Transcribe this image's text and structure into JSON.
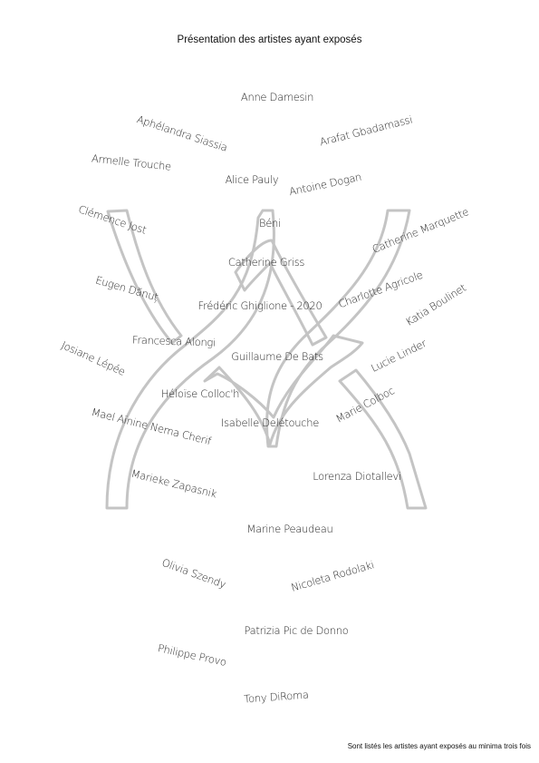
{
  "page": {
    "title": "Présentation des artistes ayant exposés",
    "footnote": "Sont listés les artistes ayant exposés au minima trois fois"
  },
  "artists": [
    "Anne Damesin",
    "Aphélandra Siassia",
    "Arafat Gbadamassi",
    "Armelle Trouche",
    "Alice Pauly",
    "Antoine Dogan",
    "Clémence Jost",
    "Béni",
    "Catherine Marquette",
    "Catherine Griss",
    "Eugen Dănuț",
    "Charlotte Agricole",
    "Katia Boulinet",
    "Frédéric Ghiglione - 2020",
    "Francesca Alongi",
    "Guillaume De Bats",
    "Josiane Lépée",
    "Lucie Linder",
    "Héloïse Colloc'h",
    "Marie Colboc",
    "Mael Aïnine Nema Cherif",
    "Isabelle Delétouche",
    "Lorenza Diotallevi",
    "Marieke Zapasnik",
    "Marine Peaudeau",
    "Olivia Szendy",
    "Nicoleta Rodolaki",
    "Patrizia Pic de Donno",
    "Philippe Provo",
    "Tony DiRoma"
  ],
  "logo": {
    "name": "outline-m-logo",
    "stroke_color": "#c4c4c4"
  }
}
